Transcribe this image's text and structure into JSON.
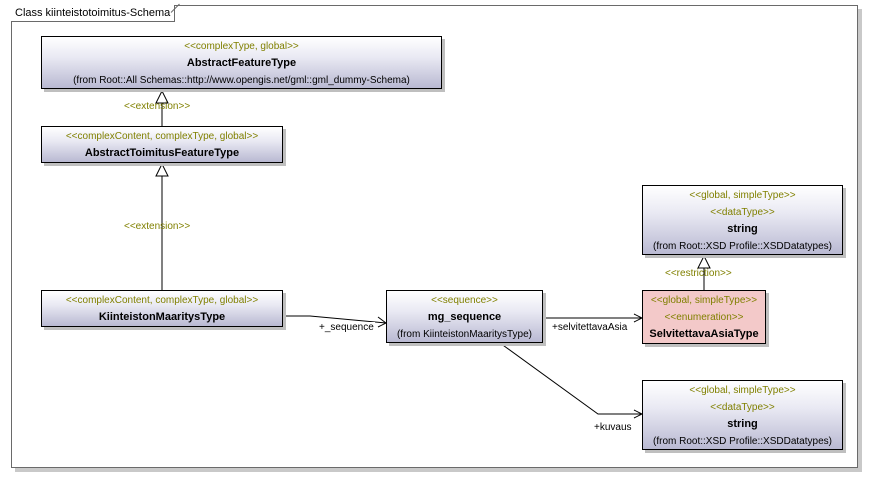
{
  "frame": {
    "title": "Class kiinteistotoimitus-Schema"
  },
  "boxes": {
    "abstract_feature": {
      "stereotype": "<<complexType, global>>",
      "name": "AbstractFeatureType",
      "from": "(from Root::All Schemas::http://www.opengis.net/gml::gml_dummy-Schema)"
    },
    "abstract_toimitus": {
      "stereotype": "<<complexContent, complexType, global>>",
      "name": "AbstractToimitusFeatureType"
    },
    "kiinteiston": {
      "stereotype": "<<complexContent, complexType, global>>",
      "name": "KiinteistonMaaritysType"
    },
    "mg_sequence": {
      "stereotype": "<<sequence>>",
      "name": "mg_sequence",
      "from": "(from KiinteistonMaaritysType)"
    },
    "string_top": {
      "stereotype1": "<<global, simpleType>>",
      "stereotype2": "<<dataType>>",
      "name": "string",
      "from": "(from Root::XSD Profile::XSDDatatypes)"
    },
    "selvitettava": {
      "stereotype1": "<<global, simpleType>>",
      "stereotype2": "<<enumeration>>",
      "name": "SelvitettavaAsiaType"
    },
    "string_bottom": {
      "stereotype1": "<<global, simpleType>>",
      "stereotype2": "<<dataType>>",
      "name": "string",
      "from": "(from Root::XSD Profile::XSDDatatypes)"
    }
  },
  "labels": {
    "extension_1": "<<extension>>",
    "extension_2": "<<extension>>",
    "restriction": "<<restriction>>",
    "sequence_role": "+_sequence",
    "selvitettava_role": "+selvitettavaAsia",
    "kuvaus_role": "+kuvaus"
  },
  "colors": {
    "stereotype": "#808000",
    "enum_fill": "#f3c9c9",
    "class_fill_dark": "#b9b9d2"
  }
}
